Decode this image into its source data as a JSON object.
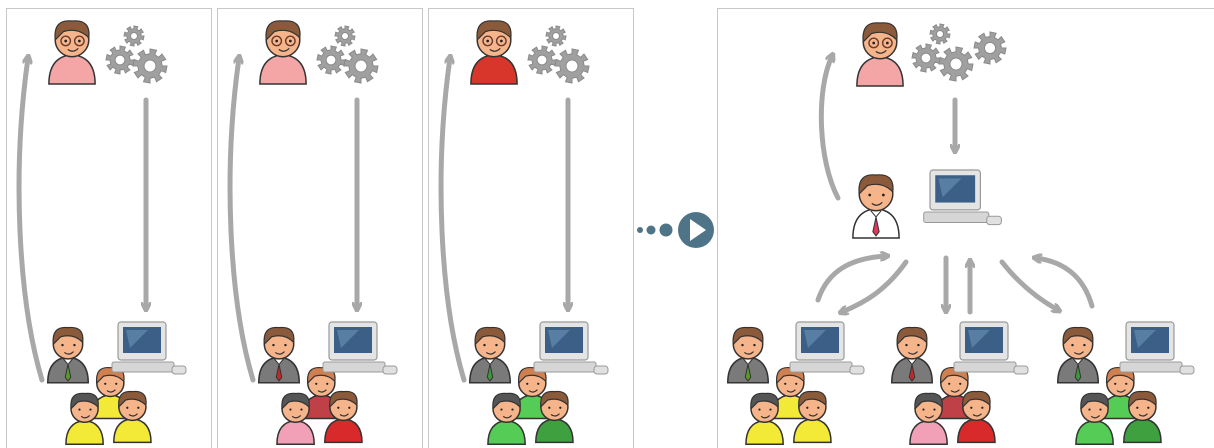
{
  "panels": [
    {
      "id": "stage-1",
      "team_colors": [
        "#f2ea36",
        "#f2ea36",
        "#f2ea36"
      ],
      "manager_shirt": "#f4a6a6",
      "bystander": "#7a7a7a"
    },
    {
      "id": "stage-2",
      "team_colors": [
        "#c04048",
        "#f2a0b8",
        "#d82a2a"
      ],
      "manager_shirt": "#f4a6a6",
      "bystander": "#7a7a7a"
    },
    {
      "id": "stage-3",
      "team_colors": [
        "#55cc55",
        "#55cc55",
        "#3fa03f"
      ],
      "manager_shirt": "#d8362a",
      "bystander": "#7a7a7a"
    },
    {
      "id": "stage-4",
      "team_colors": [
        "#f2ea36",
        "#c04048",
        "#55cc55"
      ],
      "manager_shirt": "#f4a6a6",
      "bystander": "#7a7a7a"
    }
  ],
  "icons": {
    "manager": "manager-icon",
    "gears": "gears-icon",
    "team": "team-icon",
    "computer": "computer-icon",
    "coordinator": "coordinator-icon",
    "next": "next-arrow-icon"
  },
  "colors": {
    "arrow": "#a8a8a8",
    "gear": "#a0a0a0",
    "next_button": "#4f7488",
    "panel_border": "#c8c8c8"
  }
}
